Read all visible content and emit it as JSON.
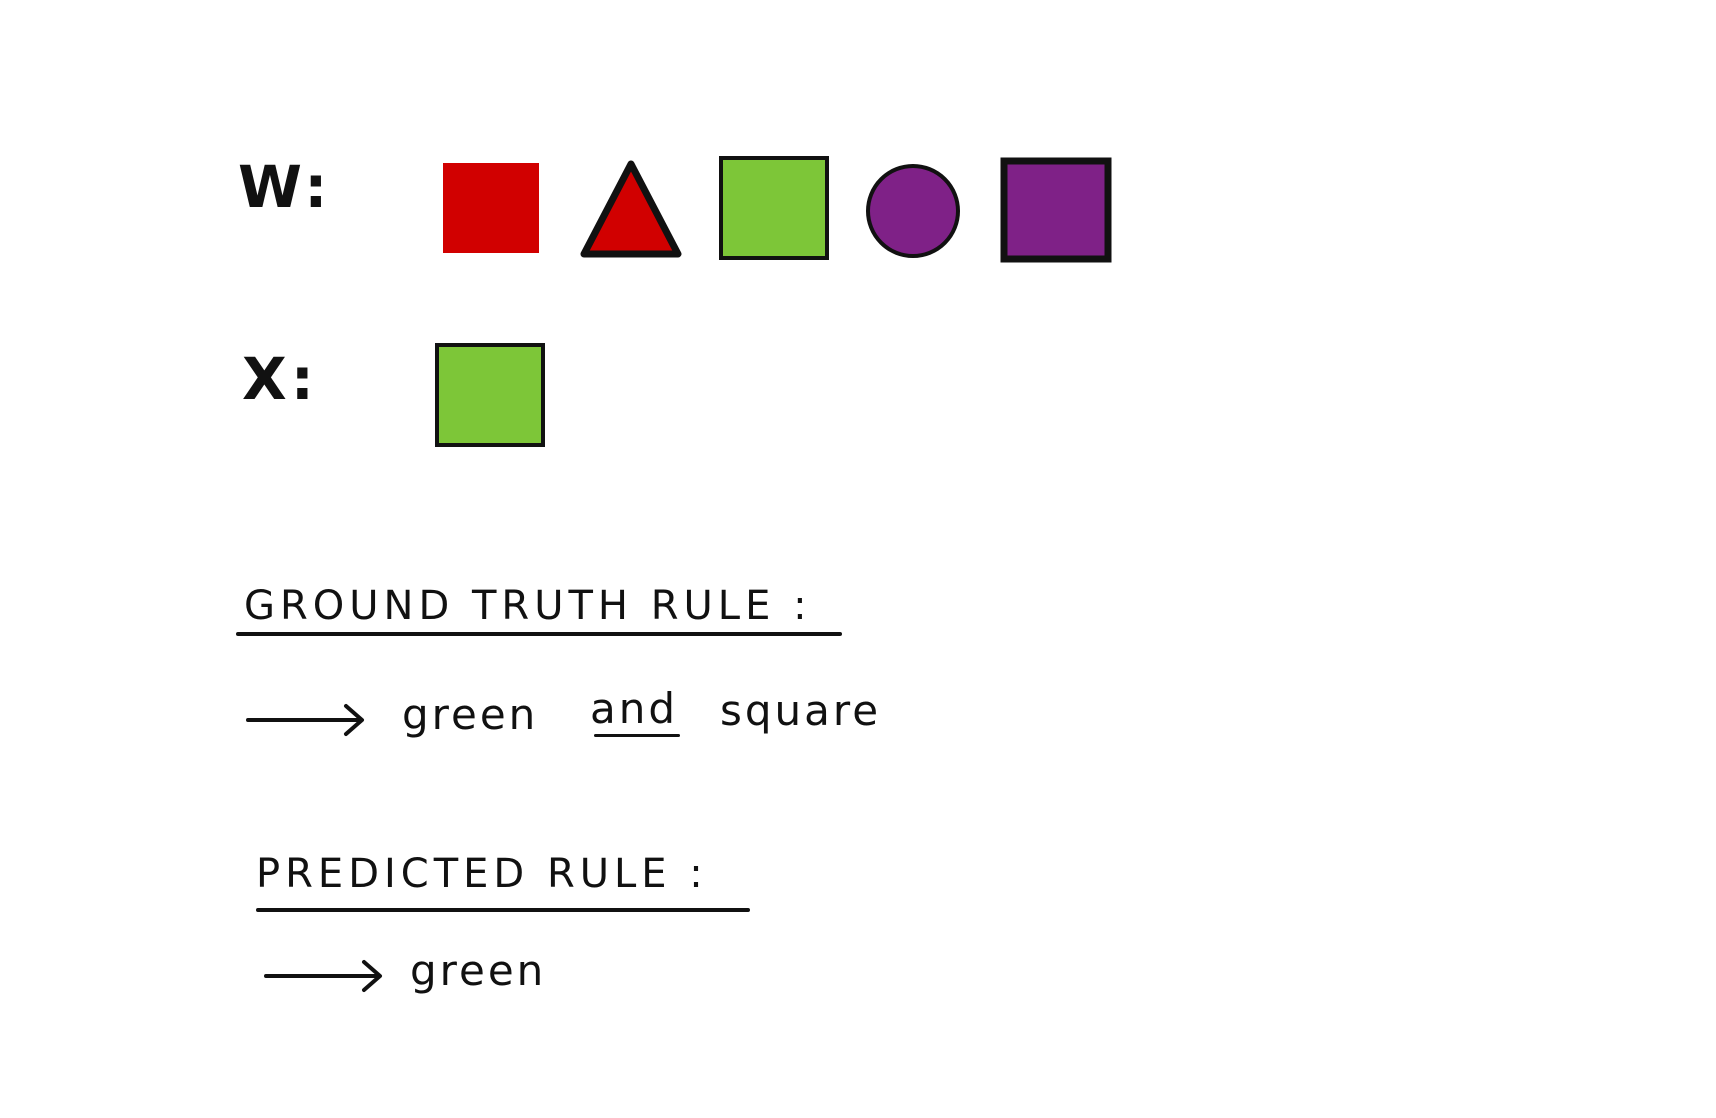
{
  "rows": {
    "w_label": "W:",
    "x_label": "X:"
  },
  "shapes": {
    "w": [
      {
        "kind": "square",
        "color": "red",
        "outlined": false
      },
      {
        "kind": "triangle",
        "color": "red",
        "outlined": true
      },
      {
        "kind": "square",
        "color": "green",
        "outlined": true
      },
      {
        "kind": "circle",
        "color": "purple",
        "outlined": true
      },
      {
        "kind": "square",
        "color": "purple",
        "outlined": true
      }
    ],
    "x": [
      {
        "kind": "square",
        "color": "green",
        "outlined": true
      }
    ]
  },
  "ground_truth": {
    "heading": "GROUND TRUTH RULE :",
    "word1": "green",
    "connector": "and",
    "word2": "square"
  },
  "predicted": {
    "heading": "PREDICTED RULE :",
    "word1": "green"
  },
  "colors": {
    "red": "#d10000",
    "green": "#7dc638",
    "purple": "#7f2187",
    "ink": "#111111"
  }
}
